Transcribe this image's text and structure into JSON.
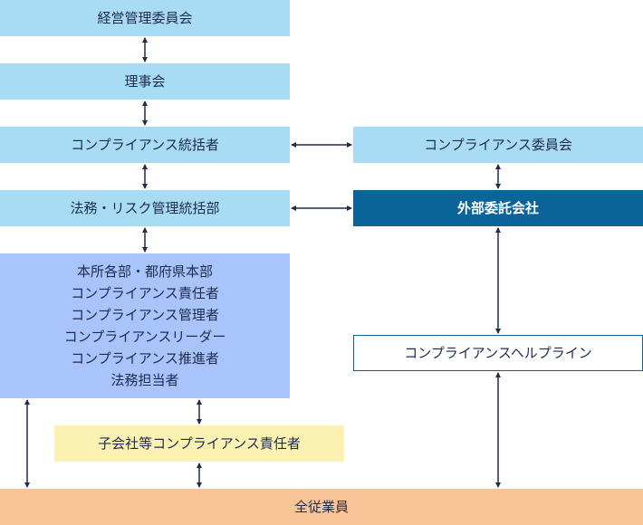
{
  "nodes": {
    "management_committee": "経営管理委員会",
    "board": "理事会",
    "compliance_head": "コンプライアンス統括者",
    "compliance_committee": "コンプライアンス委員会",
    "legal_risk_head": "法務・リスク管理統括部",
    "external_firm": "外部委託会社",
    "branch_roles": [
      "本所各部・都府県本部",
      "コンプライアンス責任者",
      "コンプライアンス管理者",
      "コンプライアンスリーダー",
      "コンプライアンス推進者",
      "法務担当者"
    ],
    "helpline": "コンプライアンスヘルプライン",
    "subsidiary": "子会社等コンプライアンス責任者",
    "all_employees": "全従業員"
  },
  "colors": {
    "light_box": "#a8dcf5",
    "dark_box": "#0a6399",
    "blue_box": "#a9c3fb",
    "yellow_box": "#fbf1b3",
    "orange_box": "#f9c598",
    "arrow": "#1d2b4f"
  }
}
